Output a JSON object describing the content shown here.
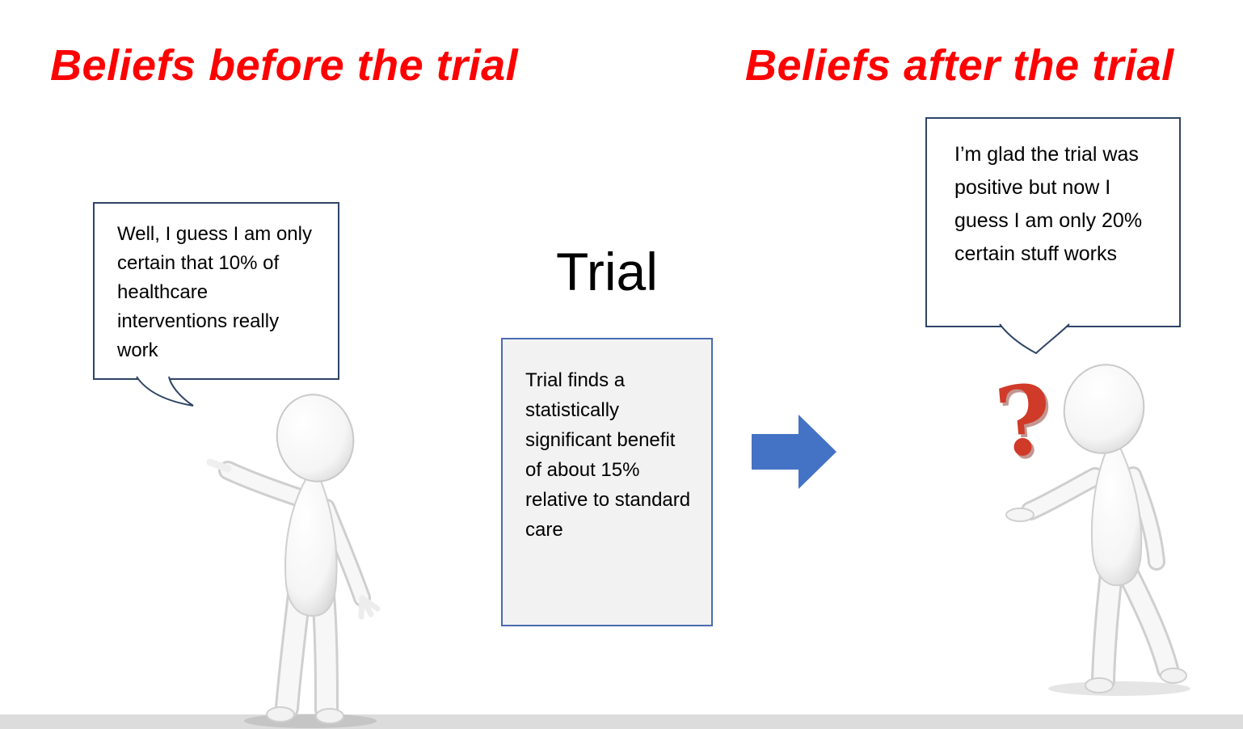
{
  "slide": {
    "header_before": "Beliefs before the trial",
    "header_after": "Beliefs after the trial",
    "trial_heading": "Trial",
    "bubble_before": "Well, I guess I am only certain that 10% of healthcare interventions really work",
    "bubble_after": "I’m glad the trial was positive but now I guess I am only 20% certain stuff works",
    "trial_box_text": "Trial finds a statistically significant benefit of about 15% relative to standard care",
    "question_mark": "?"
  },
  "colors": {
    "header_red": "#ff0000",
    "arrow_blue": "#4472c4",
    "bubble_border": "#2e4466",
    "box_border": "#4a6baf",
    "box_fill": "#f2f2f2",
    "floor_gray": "#dcdcdc",
    "question_red": "#d03a28"
  }
}
